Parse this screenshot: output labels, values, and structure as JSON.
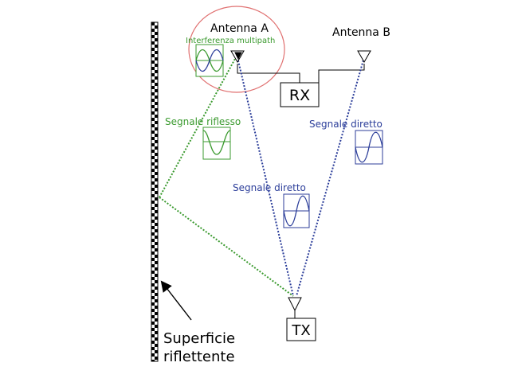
{
  "labels": {
    "antenna_a": "Antenna A",
    "antenna_b": "Antenna B",
    "interference": "Interferenza multipath",
    "reflected_signal": "Segnale riflesso",
    "direct_signal_a": "Segnale diretto",
    "direct_signal_b": "Segnale diretto",
    "receiver": "RX",
    "transmitter": "TX",
    "surface_line1": "Superficie",
    "surface_line2": "riflettente"
  },
  "colors": {
    "reflected": "#3a9a2e",
    "direct": "#2c3e9a",
    "interference_circle": "#e07070",
    "ink": "#000000"
  },
  "icons": {
    "antenna": "antenna-icon",
    "wave": "sine-wave-icon",
    "arrow": "arrow-icon"
  }
}
